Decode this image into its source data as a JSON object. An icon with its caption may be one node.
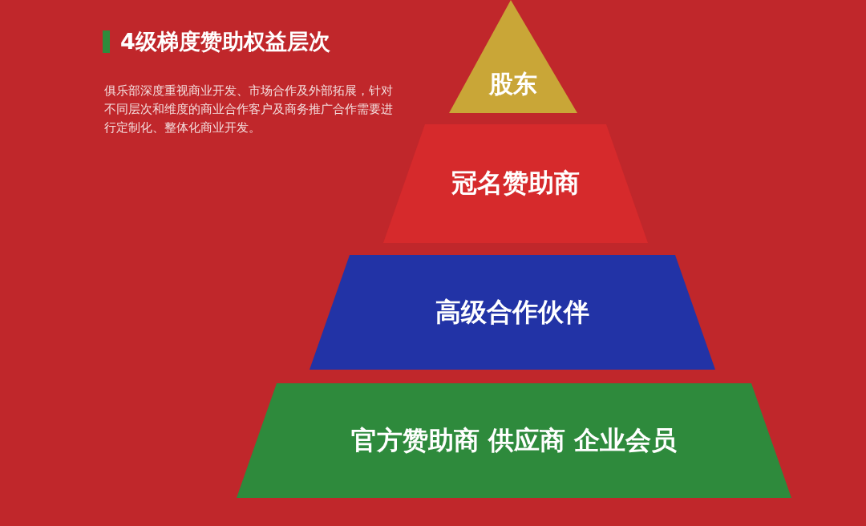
{
  "diagram": {
    "title": "4级梯度赞助权益层次",
    "nodes": [
      {
        "text": [
          "股东"
        ]
      },
      {
        "text": [
          "冠名赞助商"
        ]
      },
      {
        "text": [
          "高级合作伙伴"
        ]
      },
      {
        "text": [
          "官方赞助商 供应商 企业会员"
        ]
      }
    ],
    "labels": [
      "俱乐部深度重视商业开发、市场合作及外部拓展，针对不同层次和维度的商业合作客户及商务推广合作需要进行定制化、整体化商业开发。"
    ]
  }
}
